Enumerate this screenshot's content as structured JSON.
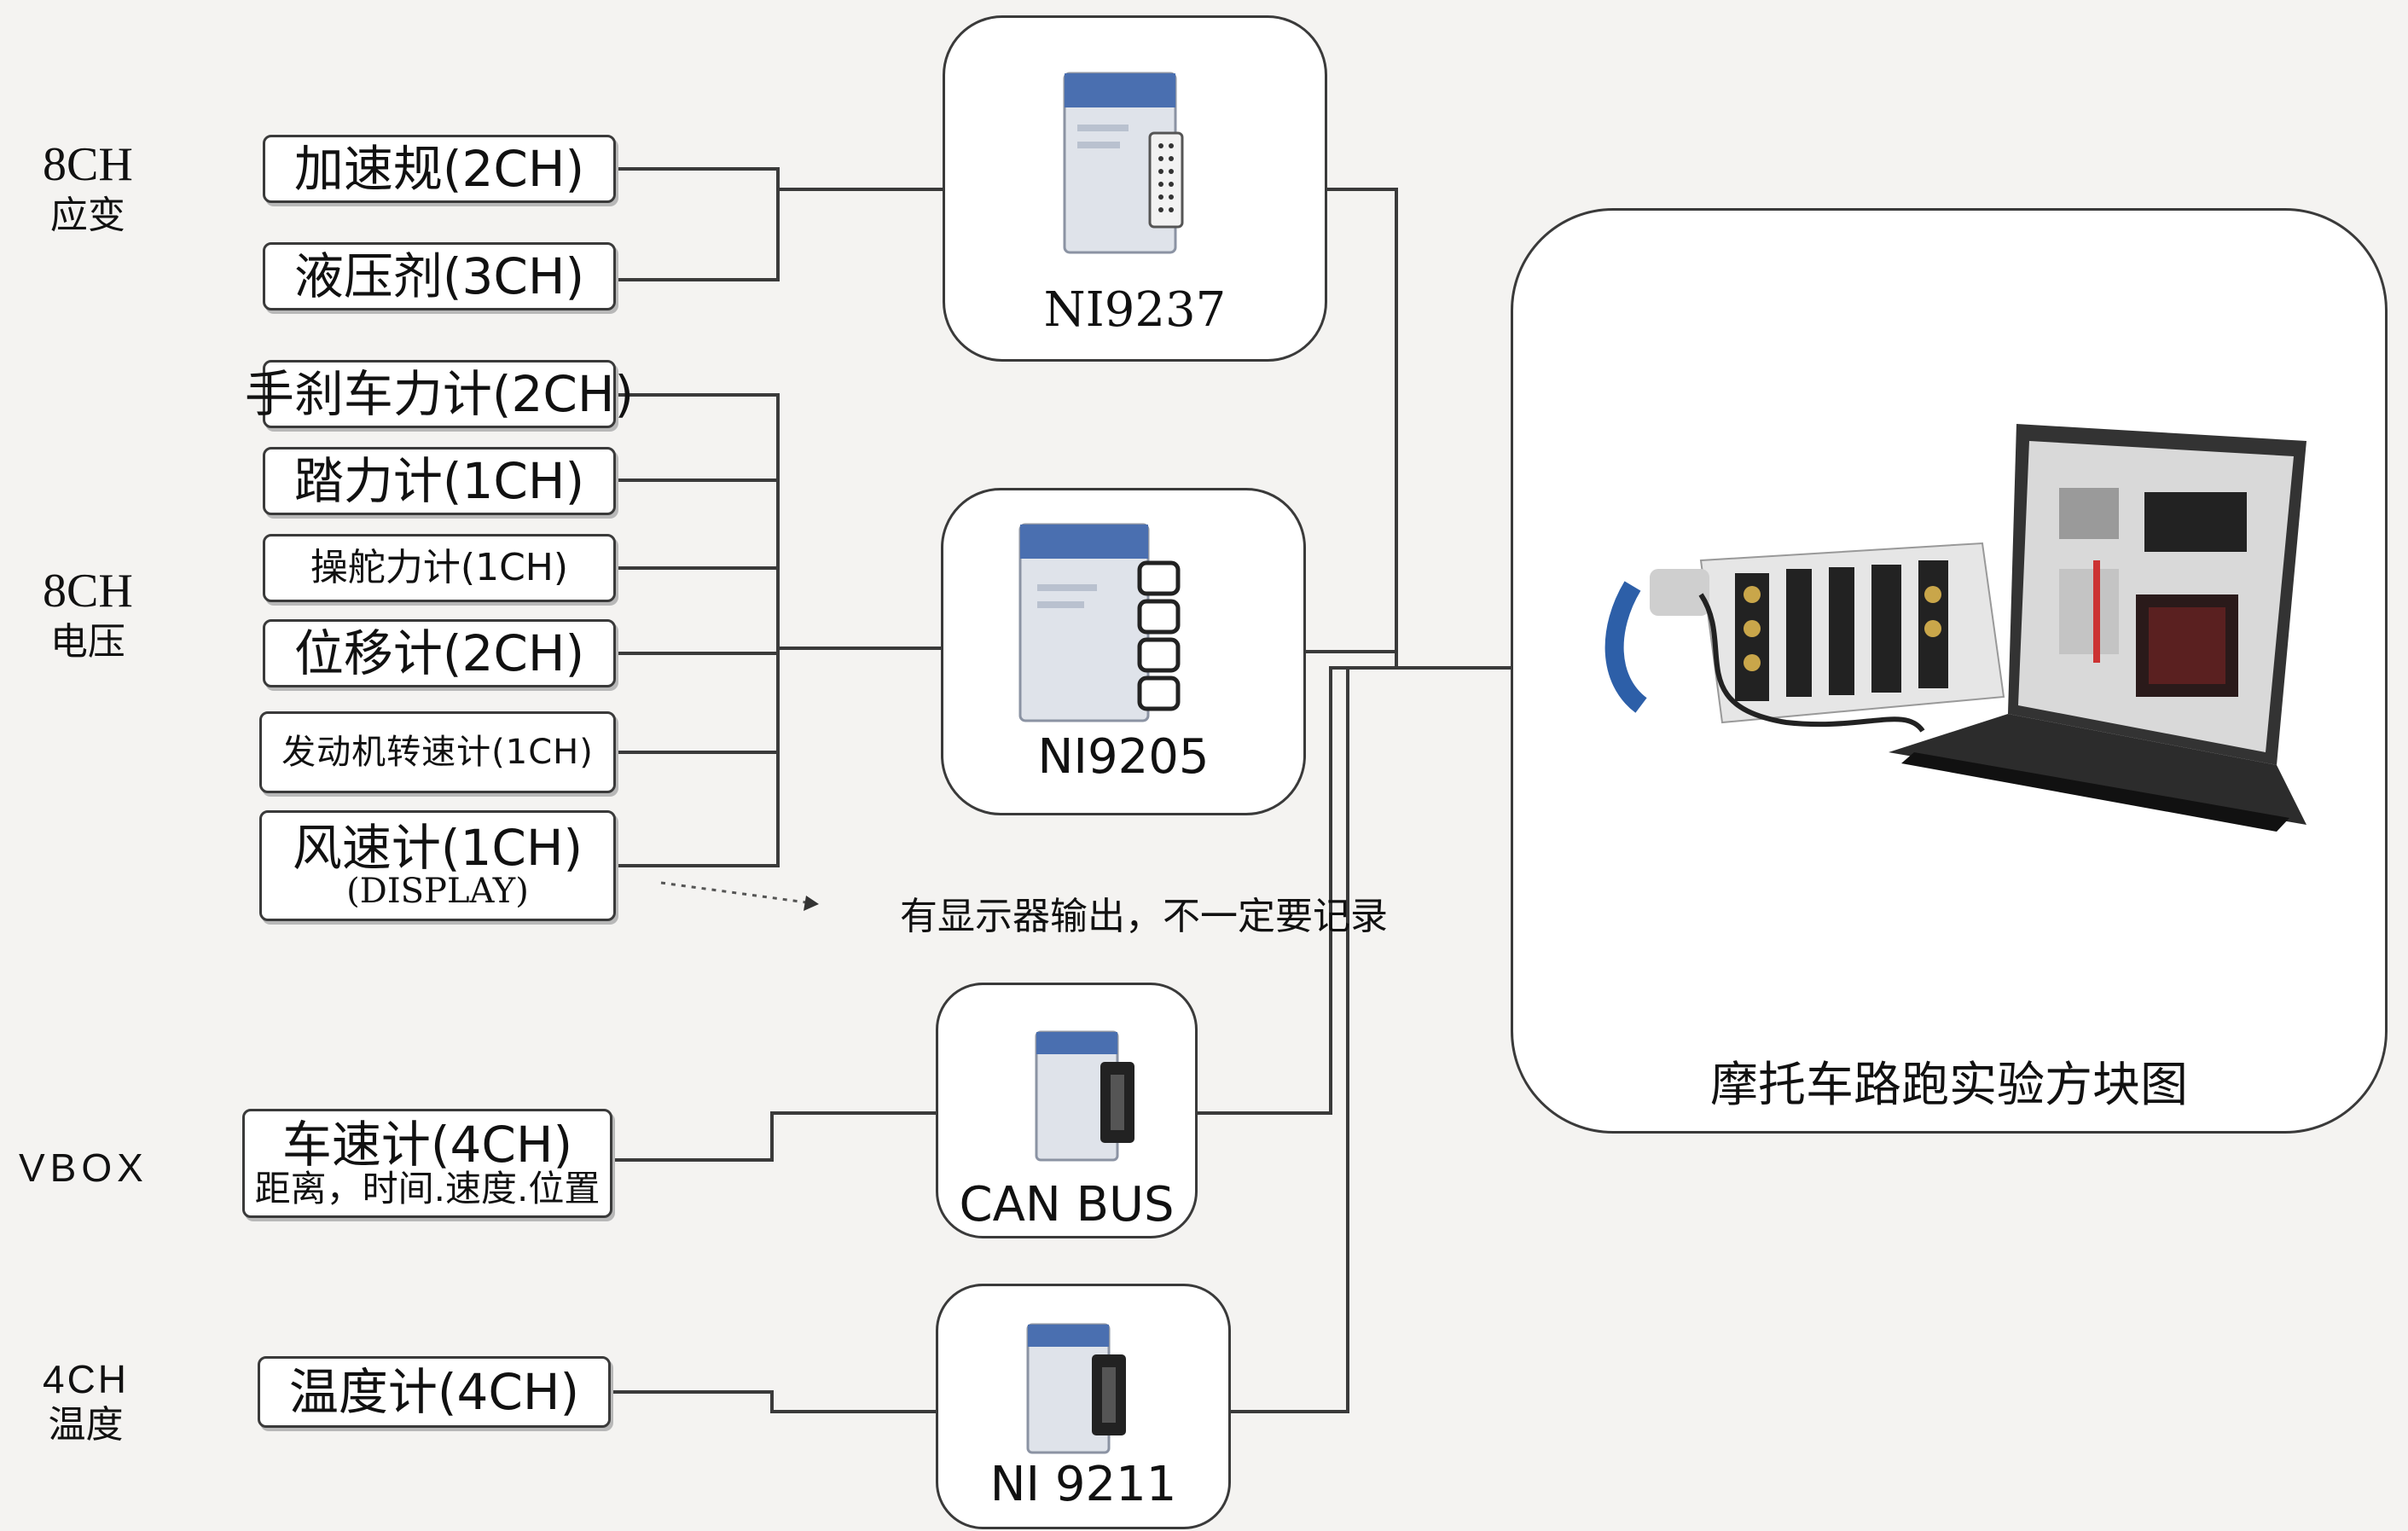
{
  "groups": {
    "strain": {
      "line1": "8CH",
      "line2": "应变"
    },
    "voltage": {
      "line1": "8CH",
      "line2": "电压"
    },
    "vbox": {
      "line1": "VBOX"
    },
    "temperature": {
      "line1": "4CH",
      "line2": "温度"
    }
  },
  "sensors": {
    "accelerometer": "加速规(2CH)",
    "hydraulic": "液压剂(3CH)",
    "handbrake": "手刹车力计(2CH)",
    "pedal": "踏力计(1CH)",
    "steering": "操舵力计(1CH)",
    "displacement": "位移计(2CH)",
    "engine_speed": "发动机转速计(1CH)",
    "anemometer": "风速计(1CH)",
    "anemometer_sub": "(DISPLAY)",
    "speedometer": "车速计(4CH)",
    "speedometer_sub": "距离，时间.速度.位置",
    "thermometer": "温度计(4CH)"
  },
  "modules": {
    "ni9237": "NI9237",
    "ni9205": "NI9205",
    "canbus": "CAN BUS",
    "ni9211": "NI 9211"
  },
  "note": "有显示器输出，不一定要记录",
  "system_title": "摩托车路跑实验方块图",
  "colors": {
    "line": "#3a3a3a",
    "module_blue": "#4a6fb0",
    "connector": "#222222"
  }
}
